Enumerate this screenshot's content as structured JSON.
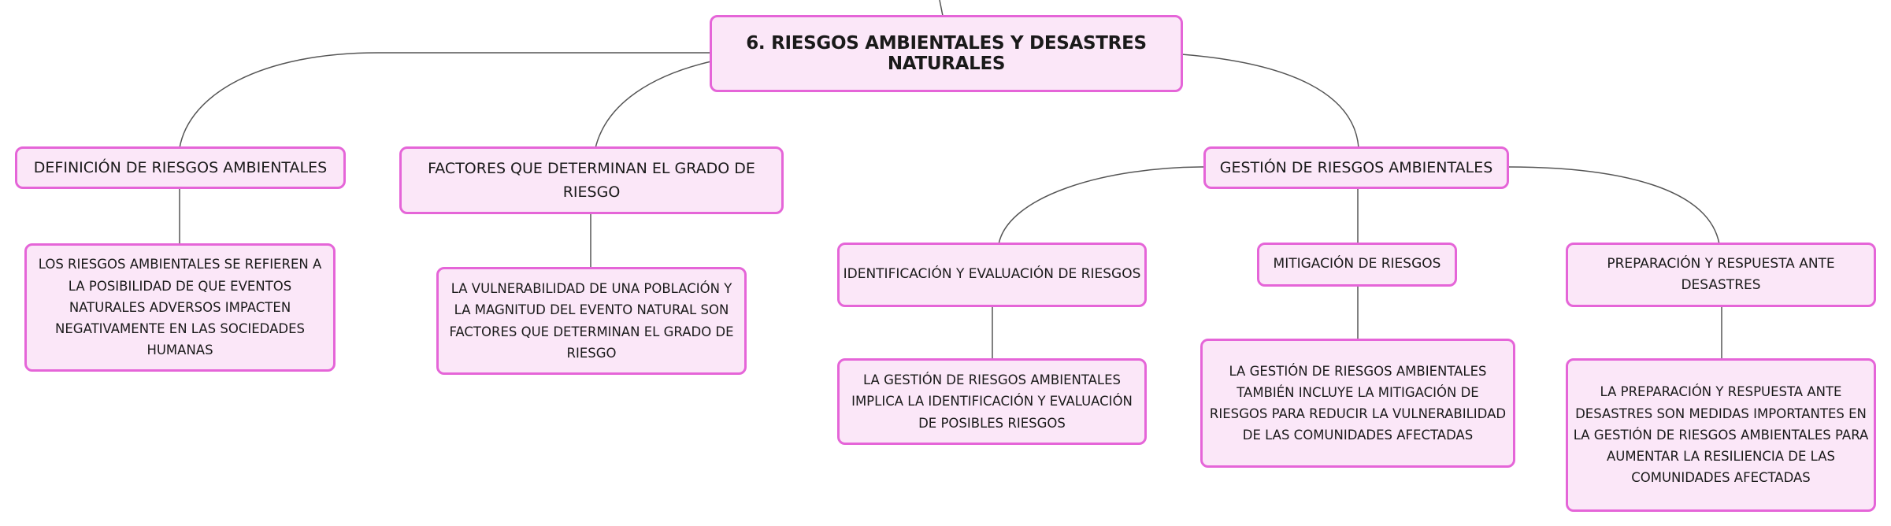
{
  "root": {
    "title": "6. RIESGOS AMBIENTALES Y DESASTRES NATURALES"
  },
  "branches": {
    "definition": {
      "title": "DEFINICIÓN DE RIESGOS AMBIENTALES",
      "detail": "LOS RIESGOS AMBIENTALES SE REFIEREN A LA POSIBILIDAD DE QUE EVENTOS NATURALES ADVERSOS IMPACTEN NEGATIVAMENTE EN LAS SOCIEDADES HUMANAS"
    },
    "factors": {
      "title": "FACTORES QUE DETERMINAN EL GRADO DE RIESGO",
      "detail": "LA VULNERABILIDAD DE UNA POBLACIÓN Y LA MAGNITUD DEL EVENTO NATURAL SON FACTORES QUE DETERMINAN EL GRADO DE RIESGO"
    },
    "management": {
      "title": "GESTIÓN DE RIESGOS AMBIENTALES",
      "identification": {
        "title": "IDENTIFICACIÓN Y EVALUACIÓN DE RIESGOS",
        "detail": "LA GESTIÓN DE RIESGOS AMBIENTALES IMPLICA LA IDENTIFICACIÓN Y EVALUACIÓN DE POSIBLES RIESGOS"
      },
      "mitigation": {
        "title": "MITIGACIÓN DE RIESGOS",
        "detail": "LA GESTIÓN DE RIESGOS AMBIENTALES TAMBIÉN INCLUYE LA MITIGACIÓN DE RIESGOS PARA REDUCIR LA VULNERABILIDAD DE LAS COMUNIDADES AFECTADAS"
      },
      "preparation": {
        "title": "PREPARACIÓN Y RESPUESTA ANTE DESASTRES",
        "detail": "LA PREPARACIÓN Y RESPUESTA ANTE DESASTRES SON MEDIDAS IMPORTANTES EN LA GESTIÓN DE RIESGOS AMBIENTALES PARA AUMENTAR LA RESILIENCIA DE LAS COMUNIDADES AFECTADAS"
      }
    }
  },
  "colors": {
    "node_fill": "#fbe7f8",
    "node_border": "#e565d8",
    "connector": "#555555",
    "text": "#1a1a1a"
  }
}
